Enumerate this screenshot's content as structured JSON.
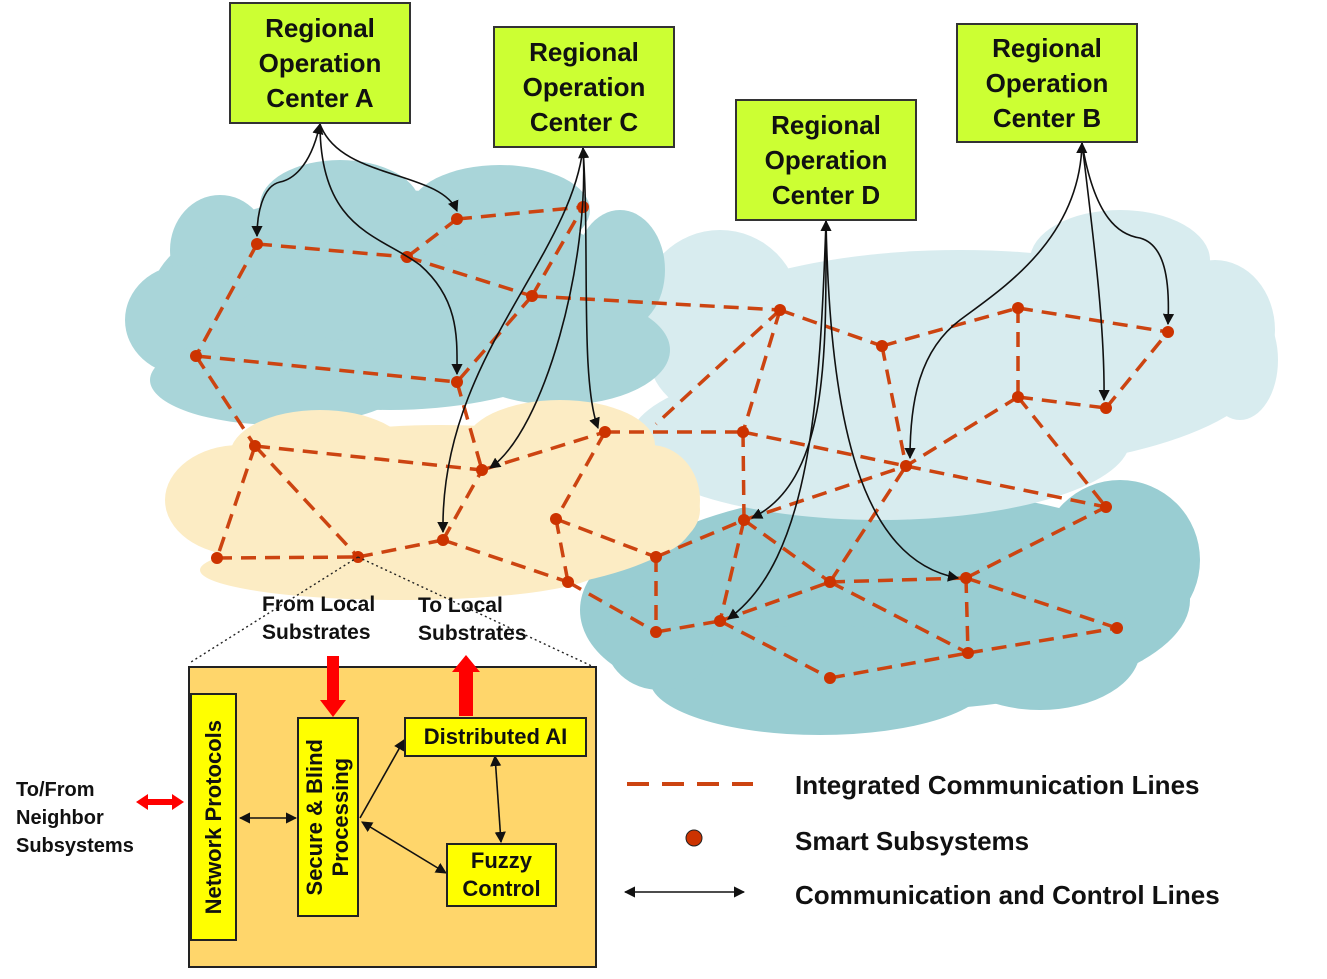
{
  "centers": {
    "a": {
      "lines": [
        "Regional",
        "Operation",
        "Center A"
      ]
    },
    "c": {
      "lines": [
        "Regional",
        "Operation",
        "Center C"
      ]
    },
    "d": {
      "lines": [
        "Regional",
        "Operation",
        "Center D"
      ]
    },
    "b": {
      "lines": [
        "Regional",
        "Operation",
        "Center B"
      ]
    }
  },
  "detail": {
    "from_local": [
      "From Local",
      "Substrates"
    ],
    "to_local": [
      "To Local",
      "Substrates"
    ],
    "network_protocols": "Network Protocols",
    "secure_blind": [
      "Secure & Blind",
      "Processing"
    ],
    "distributed_ai": "Distributed AI",
    "fuzzy_control": [
      "Fuzzy",
      "Control"
    ],
    "neighbor": [
      "To/From",
      "Neighbor",
      "Subsystems"
    ]
  },
  "legend": {
    "dashed": "Integrated Communication Lines",
    "dot": "Smart Subsystems",
    "arrow": "Communication and Control Lines"
  },
  "colors": {
    "dash": "#cc4411",
    "node": "#cc3300",
    "cloud_teal": "#a9d5d9",
    "cloud_light": "#d8ecef",
    "cloud_cream": "#fcecc4",
    "cloud_deep": "#99cdd2",
    "panel": "#ffd66b",
    "center_fill": "#ccff33",
    "yellow_box": "#ffff00",
    "red_arrow": "#ff0000"
  }
}
